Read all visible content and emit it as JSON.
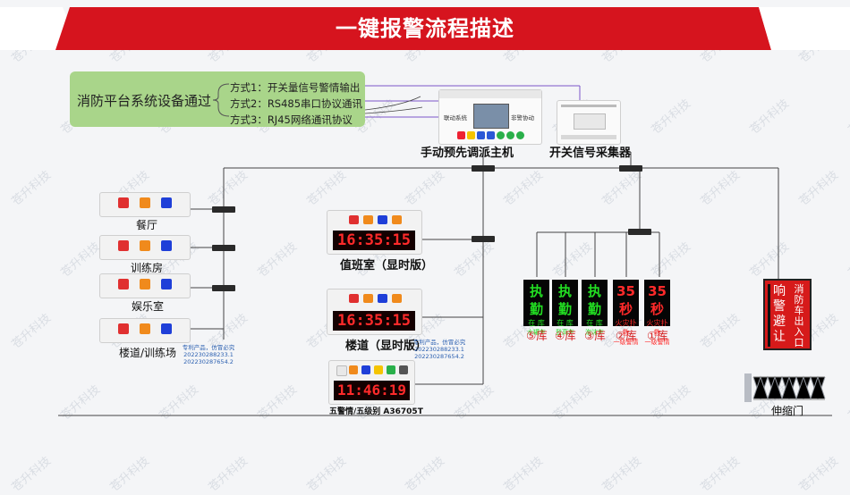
{
  "title": "一键报警流程描述",
  "watermark": "苍升科技",
  "platform": {
    "label": "消防平台系统设备通过",
    "methods": [
      "方式1：开关量信号警情输出",
      "方式2：RS485串口协议通讯",
      "方式3：RJ45网络通讯协议"
    ]
  },
  "host": {
    "label": "手动预先调派主机",
    "panel_left": "联动系统",
    "panel_right": "非警协动"
  },
  "collector": {
    "label": "开关信号采集器"
  },
  "rooms": [
    "餐厅",
    "训练房",
    "娱乐室",
    "楼道/训练场"
  ],
  "duty_room": {
    "label": "值班室（显时版）",
    "time": "16:35:15"
  },
  "corridor": {
    "label": "楼道（显时版）",
    "time": "16:35:15"
  },
  "five_alarm": {
    "label": "五警情/五级别 A36705T",
    "time": "11:46:19"
  },
  "patent_left": [
    "专利产品，仿冒必究",
    "202230288233.1",
    "202230287654.2"
  ],
  "patent_mid": [
    "专利产品，仿冒必究",
    "202230288233.1",
    "202230287654.2"
  ],
  "garage_boards": [
    {
      "big": "执勤",
      "mid": "在 库",
      "small": "水罐车",
      "label": "⑤库",
      "color": "#22dd22"
    },
    {
      "big": "执勤",
      "mid": "在 库",
      "small": "登高车",
      "label": "④库",
      "color": "#22dd22"
    },
    {
      "big": "执勤",
      "mid": "在 库",
      "small": "泡沫车",
      "label": "③库",
      "color": "#22dd22"
    },
    {
      "big": "35秒",
      "mid": "火灾扑救",
      "small": "一级警情",
      "label": "②库",
      "color": "#ff2a2a"
    },
    {
      "big": "35秒",
      "mid": "火灾扑救",
      "small": "一级警情",
      "label": "①库",
      "color": "#ff2a2a"
    }
  ],
  "exit_sign": {
    "left": "响警避让",
    "right": "消防车出入口"
  },
  "gate": {
    "label": "伸缩门"
  },
  "colors": {
    "banner": "#d6141e",
    "platform": "#a9d58a",
    "line": "#444444",
    "signal_line": "#7b55c8",
    "led_red": "#ff2a2a",
    "led_green": "#22dd22"
  }
}
